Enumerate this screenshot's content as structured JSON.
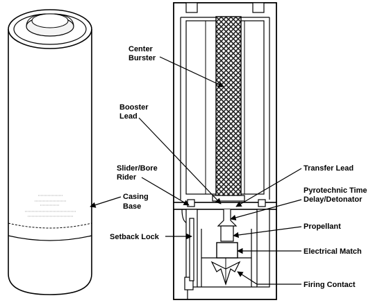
{
  "labels": {
    "casing_base": [
      "Casing",
      "Base"
    ],
    "center_burster": [
      "Center",
      "Burster"
    ],
    "booster_lead": [
      "Booster",
      "Lead"
    ],
    "slider_bore_rider": [
      "Slider/Bore",
      "Rider"
    ],
    "setback_lock": "Setback Lock",
    "transfer_lead": "Transfer Lead",
    "pyrotechnic_time": [
      "Pyrotechnic Time",
      "Delay/Detonator"
    ],
    "propellant": "Propellant",
    "electrical_match": "Electrical Match",
    "firing_contact": "Firing Contact"
  },
  "colors": {
    "ink": "#000000",
    "paper": "#ffffff",
    "hatch": "#333333"
  }
}
